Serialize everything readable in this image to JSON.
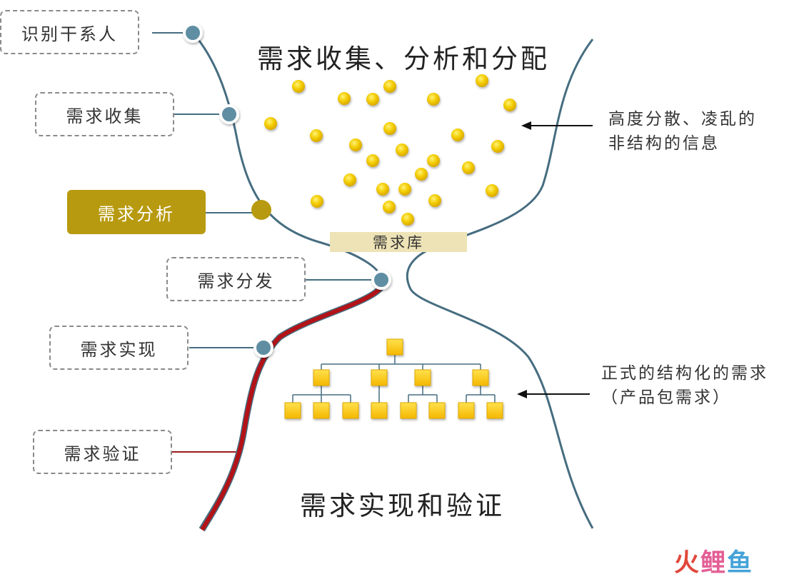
{
  "titles": {
    "top": "需求收集、分析和分配",
    "bottom": "需求实现和验证"
  },
  "stages": [
    {
      "label": "识别干系人",
      "active": false
    },
    {
      "label": "需求收集",
      "active": false
    },
    {
      "label": "需求分析",
      "active": true
    },
    {
      "label": "需求分发",
      "active": false
    },
    {
      "label": "需求实现",
      "active": false
    },
    {
      "label": "需求验证",
      "active": false
    }
  ],
  "repository_label": "需求库",
  "notes": {
    "unstructured": [
      "高度分散、凌乱的",
      "非结构的信息"
    ],
    "structured": [
      "正式的结构化的需求",
      "（产品包需求）"
    ]
  },
  "watermark": {
    "part1": "火",
    "part2": "鲤",
    "part3": "鱼"
  },
  "colors": {
    "curve": "#466d80",
    "node": "#5f8ea3",
    "active": "#b79a0f",
    "dot": "#f0c800",
    "box": "#ffcc00",
    "red_path": "#b31217"
  }
}
